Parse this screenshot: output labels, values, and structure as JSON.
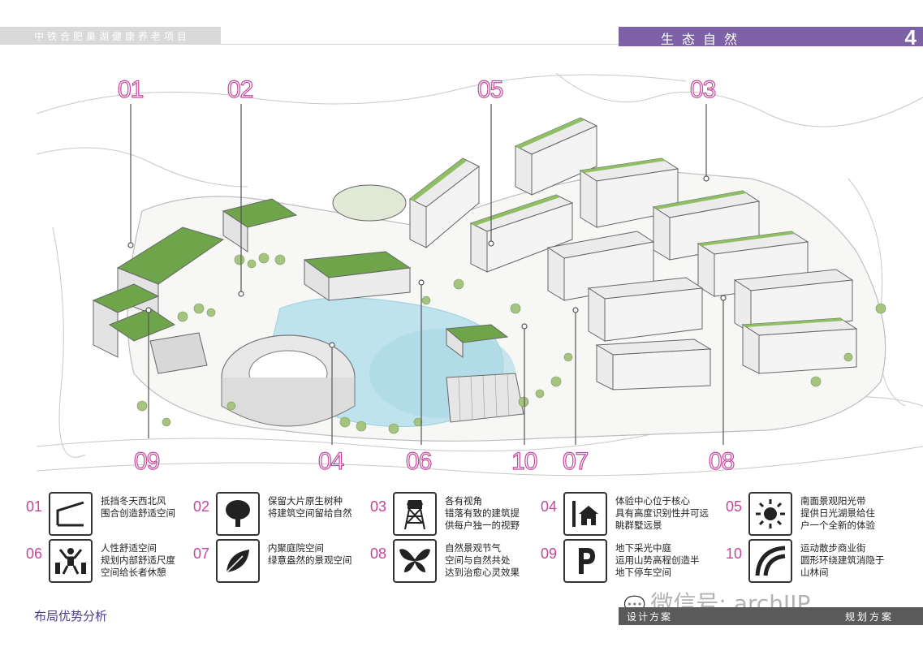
{
  "header": {
    "project": "中铁合肥巢湖健康养老项目",
    "section": "生态自然",
    "page_number": "4"
  },
  "callouts": [
    {
      "id": "01",
      "label": "01"
    },
    {
      "id": "02",
      "label": "02"
    },
    {
      "id": "05",
      "label": "05"
    },
    {
      "id": "03",
      "label": "03"
    },
    {
      "id": "09",
      "label": "09"
    },
    {
      "id": "04",
      "label": "04"
    },
    {
      "id": "06",
      "label": "06"
    },
    {
      "id": "10",
      "label": "10"
    },
    {
      "id": "07",
      "label": "07"
    },
    {
      "id": "08",
      "label": "08"
    }
  ],
  "legend": [
    {
      "num": "01",
      "icon": "wind-shelter-icon",
      "text": "抵挡冬天西北风\n围合创造舒适空间"
    },
    {
      "num": "02",
      "icon": "tree-icon",
      "text": "保留大片原生树种\n将建筑空间留给自然"
    },
    {
      "num": "03",
      "icon": "watchtower-icon",
      "text": "各有视角\n错落有致的建筑提\n供每户独一的视野"
    },
    {
      "num": "04",
      "icon": "home-core-icon",
      "text": "体验中心位于核心\n具有高度识别性并可远\n眺群墅远景"
    },
    {
      "num": "05",
      "icon": "sun-icon",
      "text": "南面景观阳光带\n提供日光湖景给住\n户一个全新的体验"
    },
    {
      "num": "06",
      "icon": "person-bench-icon",
      "text": "人性舒适空间\n规划内部舒适尺度\n空间给长者休憩"
    },
    {
      "num": "07",
      "icon": "leaf-icon",
      "text": "内聚庭院空间\n绿意盎然的景观空间"
    },
    {
      "num": "08",
      "icon": "butterfly-icon",
      "text": "自然景观节气\n空间与自然共处\n达到治愈心灵效果"
    },
    {
      "num": "09",
      "icon": "parking-icon",
      "text": "地下采光中庭\n运用山势高程创造半\n地下停车空间"
    },
    {
      "num": "10",
      "icon": "curve-road-icon",
      "text": "运动散步商业街\n圆形环绕建筑消隐于\n山林间"
    }
  ],
  "footer": {
    "left_title": "布局优势分析",
    "design": "设计方案",
    "planning": "规划方案",
    "watermark": "微信号: archJJP"
  },
  "colors": {
    "accent_purple": "#7d62a8",
    "callout_pink": "#c4479c",
    "lake_blue": "#bfe3ec",
    "roof_green": "#6ea54a"
  }
}
